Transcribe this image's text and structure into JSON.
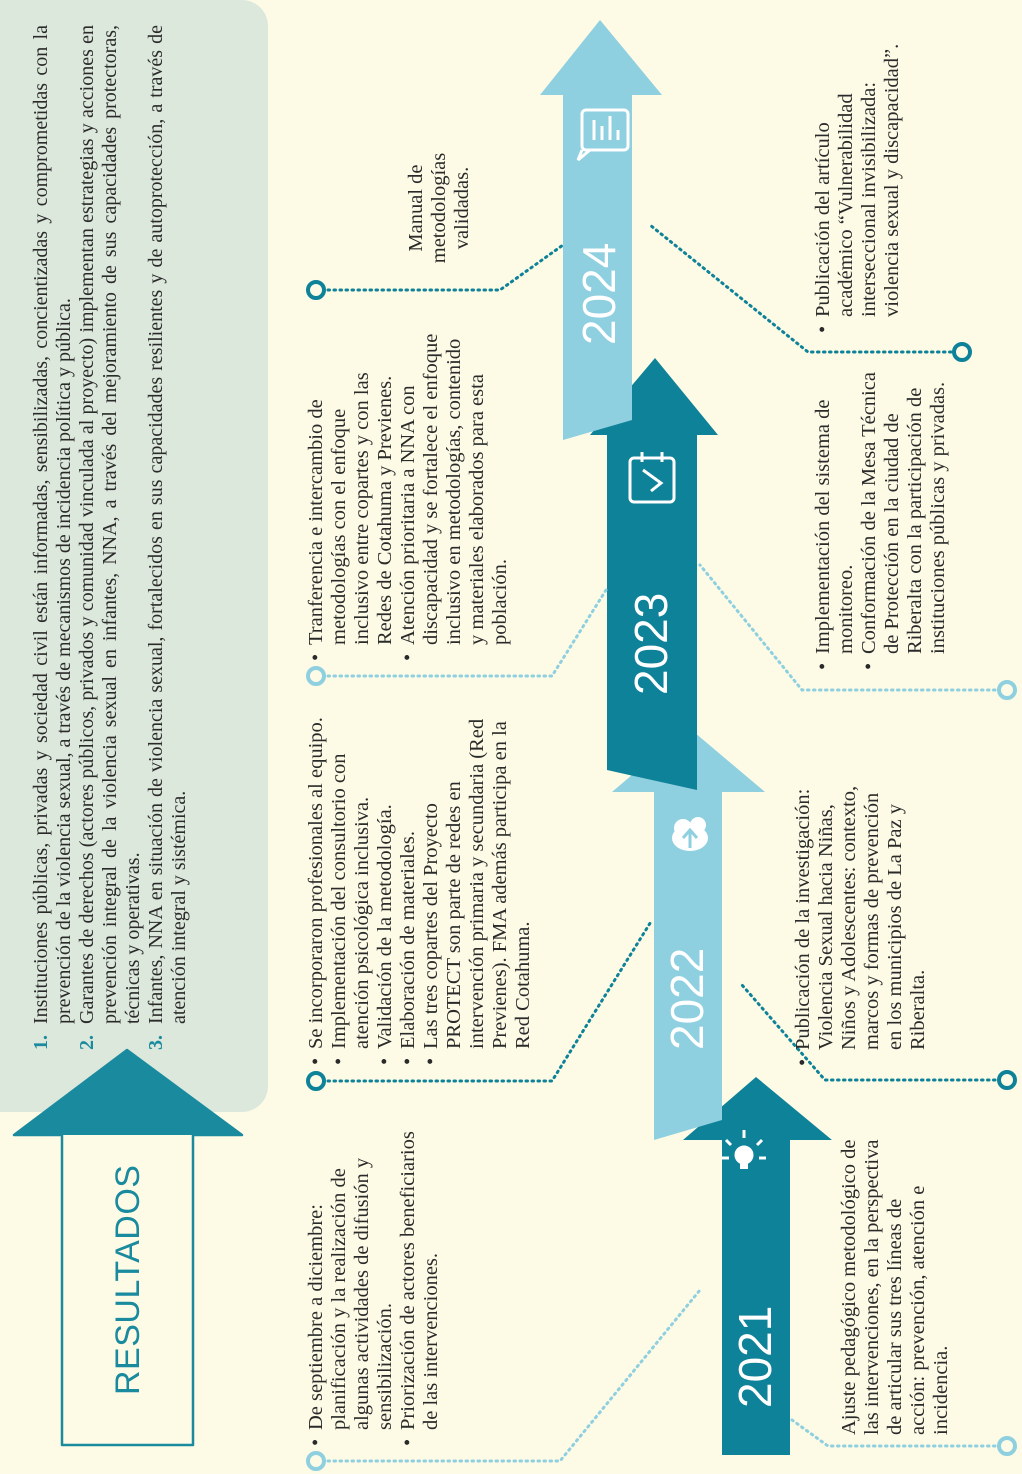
{
  "title": "RESULTADOS",
  "results": [
    {
      "num": "1.",
      "text": "Instituciones públicas, privadas y sociedad civil están informadas, sensibilizadas, concientizadas y comprometidas con la prevención de la violencia sexual, a través de mecanismos de incidencia política y pública."
    },
    {
      "num": "2.",
      "text": "Garantes de derechos (actores públicos, privados y comunidad vinculada al proyecto) implementan estrategias y acciones en prevención integral de la violencia sexual en infantes, NNA, a través del mejoramiento de sus capacidades protectoras, técnicas y operativas."
    },
    {
      "num": "3.",
      "text": "Infantes, NNA en situación de violencia sexual, fortalecidos en sus capacidades resilientes y de autoprotección, a través de atención integral y sistémica."
    }
  ],
  "years": [
    "2021",
    "2022",
    "2023",
    "2024"
  ],
  "icons": [
    "lightbulb-icon",
    "cloud-upload-icon",
    "calendar-check-icon",
    "chat-chart-icon"
  ],
  "colors": {
    "dark_teal": "#0e8298",
    "light_blue": "#8ecfe0",
    "box": "#dde8dc",
    "background": "#fdfbe6"
  },
  "milestones": {
    "y2021_top": [
      "De septiembre a diciembre: planificación y la realización de algunas actividades de difusión y sensibilización.",
      "Priorización de actores beneficiarios de las intervenciones."
    ],
    "y2021_bottom": "Ajuste pedagógico metodológico de las intervenciones, en la perspectiva de articular sus tres líneas de acción: prevención, atención e incidencia.",
    "y2022_top": [
      "Se incorporaron profesionales al equipo.",
      "Implementación del consultorio con atención psicológica inclusiva.",
      "Validación de la metodología.",
      "Elaboración de materiales.",
      "Las tres copartes del Proyecto PROTECT son parte de redes en intervención primaria y secundaria (Red Previenes). FMA además participa en la Red Cotahuma."
    ],
    "y2022_bottom": [
      "Publicación de la investigación: Violencia Sexual hacia Niñas, Niños y Adolescentes: contexto, marcos y formas de prevención en los municipios de La Paz y Riberalta."
    ],
    "y2023_top": [
      "Tranferencia e intercambio de metodologías con el enfoque inclusivo entre copartes y con las Redes de Cotahuma y Previenes.",
      "Atención prioritaria a NNA con discapacidad y se fortalece el enfoque inclusivo en metodologías, contenido y materiales elaborados para esta población."
    ],
    "y2023_bottom": [
      "Implementación del sistema de monitoreo.",
      "Conformación de la Mesa Técnica de Protección en la ciudad de Riberalta con la participación de instituciones públicas y privadas."
    ],
    "y2024_top": "Manual de metodologías validadas.",
    "y2024_bottom": [
      "Publicación del artículo académico “Vulnerabilidad interseccional invisibilizada: violencia sexual y discapacidad”."
    ]
  }
}
